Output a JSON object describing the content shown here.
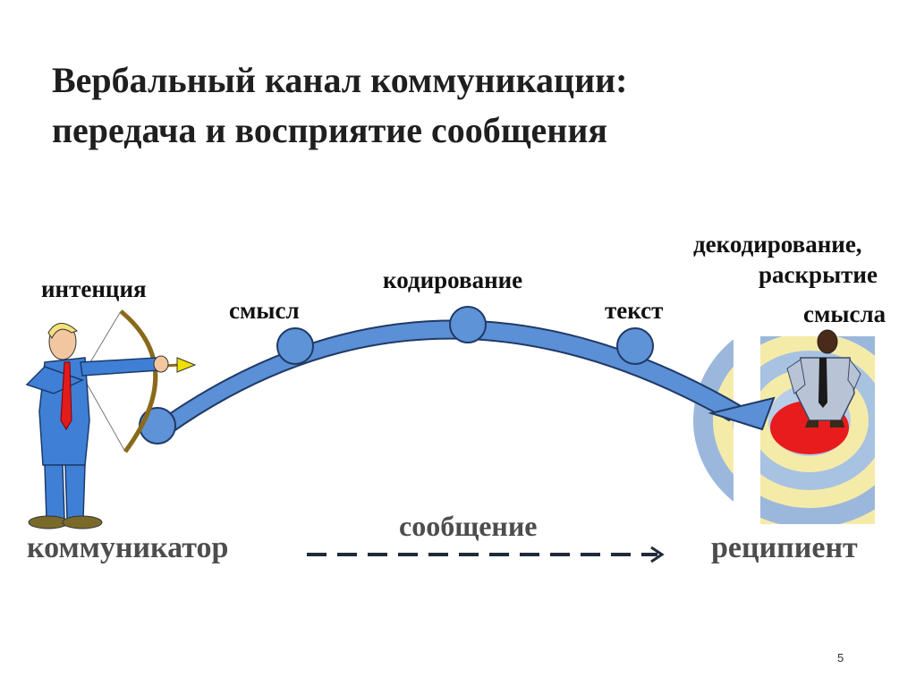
{
  "title": {
    "line1": "Вербальный канал коммуникации:",
    "line2": "передача и восприятие сообщения"
  },
  "stages": {
    "intention": "интенция",
    "meaning": "смысл",
    "encoding": "кодирование",
    "text": "текст",
    "decoding_line1": "декодирование,",
    "decoding_line2": "раскрытие",
    "decoding_line3": "смысла"
  },
  "roles": {
    "communicator": "коммуникатор",
    "message": "сообщение",
    "recipient": "реципиент"
  },
  "page_number": "5",
  "colors": {
    "arc_fill": "#5b8fd6",
    "arc_stroke": "#1f3a66",
    "node_fill": "#5e93d8",
    "target_red": "#e81c1c",
    "target_yellow": "#f5eba9",
    "target_blue": "#8fb0d8"
  },
  "icons": {
    "archer": "archer-businessman-illustration",
    "recipient": "businessman-on-target-illustration"
  }
}
